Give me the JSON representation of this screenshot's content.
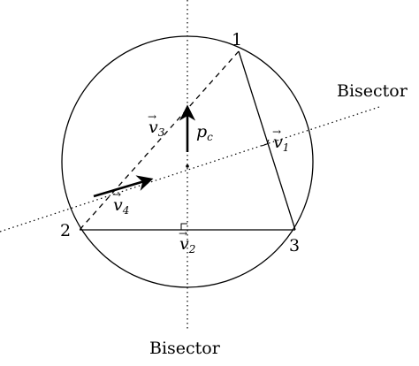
{
  "labels": {
    "bisector_horizontal": "Bisector",
    "bisector_vertical": "Bisector",
    "vertex_1": "1",
    "vertex_2": "2",
    "vertex_3": "3",
    "pc_main": "p",
    "pc_sub": "c",
    "v1_main": "v",
    "v1_sub": "1",
    "v2_main": "v",
    "v2_sub": "2",
    "v3_main": "v",
    "v3_sub": "3",
    "v4_main": "v",
    "v4_sub": "4",
    "vector_arrow": "→"
  },
  "colors": {
    "stroke": "#000000",
    "background": "#ffffff"
  }
}
